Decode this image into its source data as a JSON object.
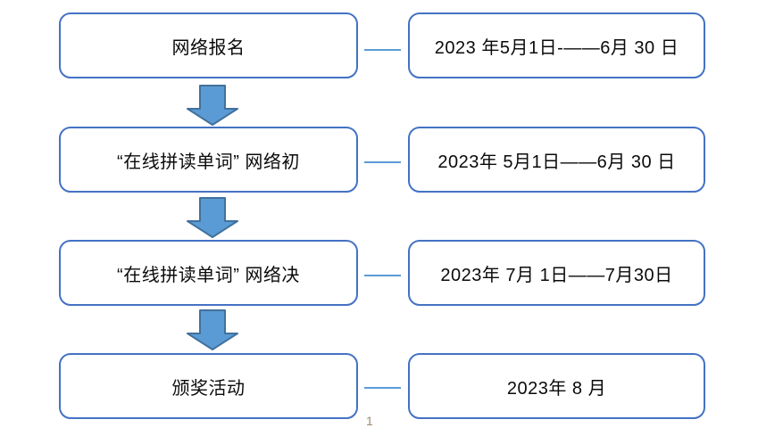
{
  "flow": {
    "rows": [
      {
        "stage": "网络报名",
        "date": "2023 年5月1日-——6月 30 日"
      },
      {
        "stage": "“在线拼读单词” 网络初",
        "date": "2023年 5月1日——6月 30 日"
      },
      {
        "stage": "“在线拼读单词” 网络决",
        "date": "2023年 7月 1日——7月30日"
      },
      {
        "stage": "颁奖活动",
        "date": "2023年 8 月"
      }
    ]
  },
  "page": {
    "number": "1"
  },
  "colors": {
    "box_border": "#4472C4",
    "connector": "#5B9BD5",
    "arrow_fill": "#5B9BD5",
    "arrow_border": "#41719C",
    "text": "#0a0a0a",
    "page_number": "#9c8b74"
  }
}
